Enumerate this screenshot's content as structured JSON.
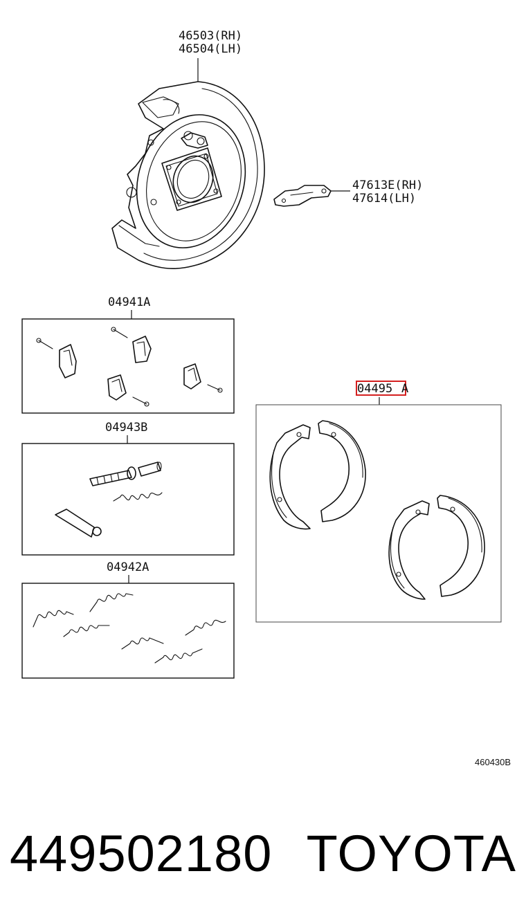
{
  "labels": {
    "backing_plate_rh": "46503(RH)",
    "backing_plate_lh": "46504(LH)",
    "lever_rh": "47613E(RH)",
    "lever_lh": "47614(LH)",
    "kit_04941": "04941A",
    "kit_04943": "04943B",
    "kit_04942": "04942A",
    "shoe_part_highlighted": "04495",
    "shoe_part_suffix": "A",
    "diagram_ref": "460430B"
  },
  "footer": {
    "part_number": "449502180",
    "brand": "TOYOTA"
  },
  "colors": {
    "line": "#111111",
    "highlight": "#d42020",
    "background": "#ffffff"
  }
}
